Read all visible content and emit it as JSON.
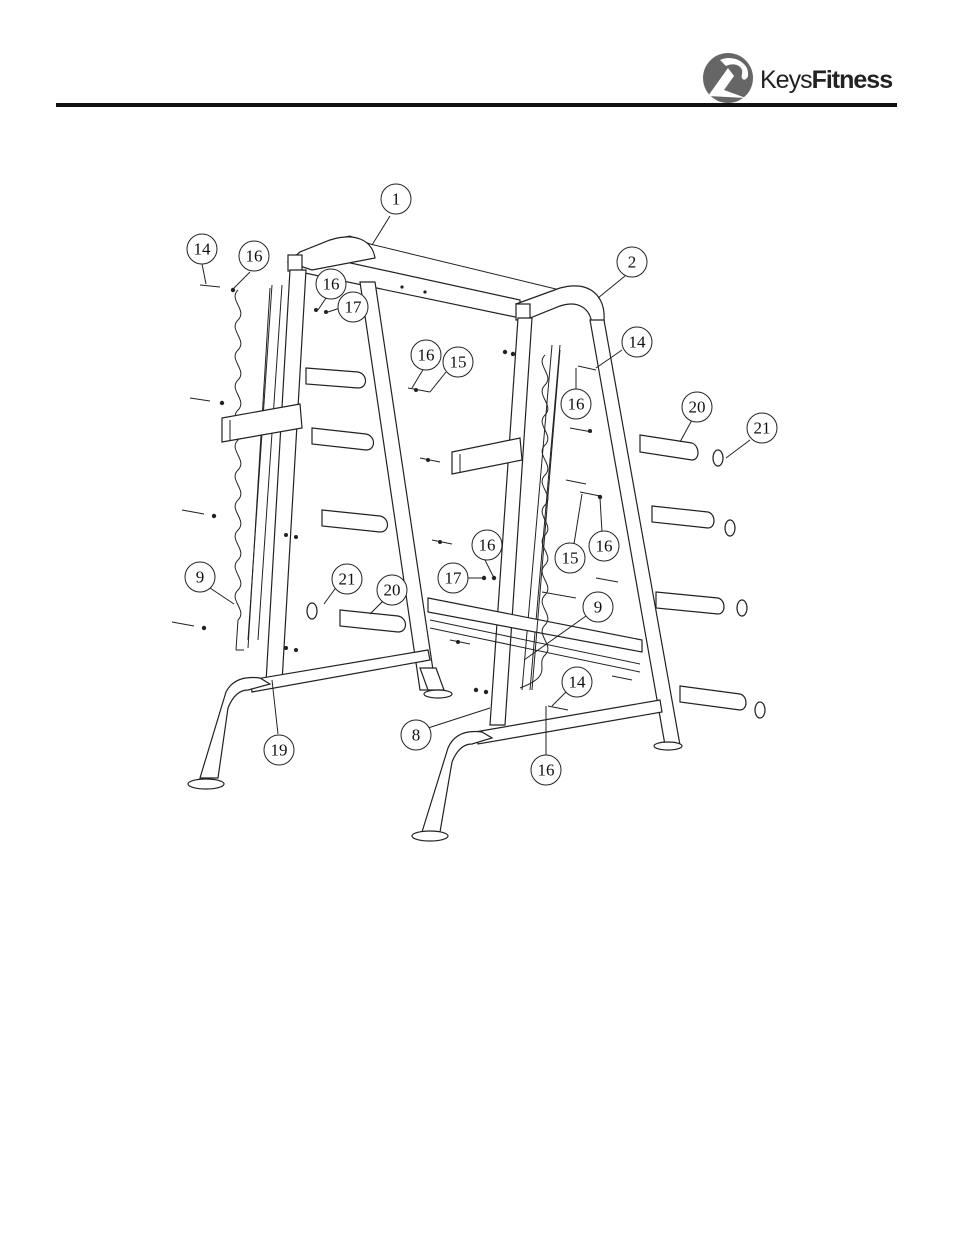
{
  "brand": {
    "name_part1": "Keys",
    "name_part2": "Fitness"
  },
  "callouts": [
    {
      "id": "c1",
      "label": "1"
    },
    {
      "id": "c2",
      "label": "2"
    },
    {
      "id": "c14a",
      "label": "14"
    },
    {
      "id": "c16a",
      "label": "16"
    },
    {
      "id": "c16b",
      "label": "16"
    },
    {
      "id": "c17a",
      "label": "17"
    },
    {
      "id": "c16c",
      "label": "16"
    },
    {
      "id": "c15a",
      "label": "15"
    },
    {
      "id": "c14b",
      "label": "14"
    },
    {
      "id": "c16d",
      "label": "16"
    },
    {
      "id": "c20a",
      "label": "20"
    },
    {
      "id": "c21a",
      "label": "21"
    },
    {
      "id": "c9a",
      "label": "9"
    },
    {
      "id": "c21b",
      "label": "21"
    },
    {
      "id": "c20b",
      "label": "20"
    },
    {
      "id": "c16e",
      "label": "16"
    },
    {
      "id": "c17b",
      "label": "17"
    },
    {
      "id": "c15b",
      "label": "15"
    },
    {
      "id": "c16f",
      "label": "16"
    },
    {
      "id": "c9b",
      "label": "9"
    },
    {
      "id": "c14c",
      "label": "14"
    },
    {
      "id": "c8",
      "label": "8"
    },
    {
      "id": "c19",
      "label": "19"
    },
    {
      "id": "c16g",
      "label": "16"
    }
  ]
}
